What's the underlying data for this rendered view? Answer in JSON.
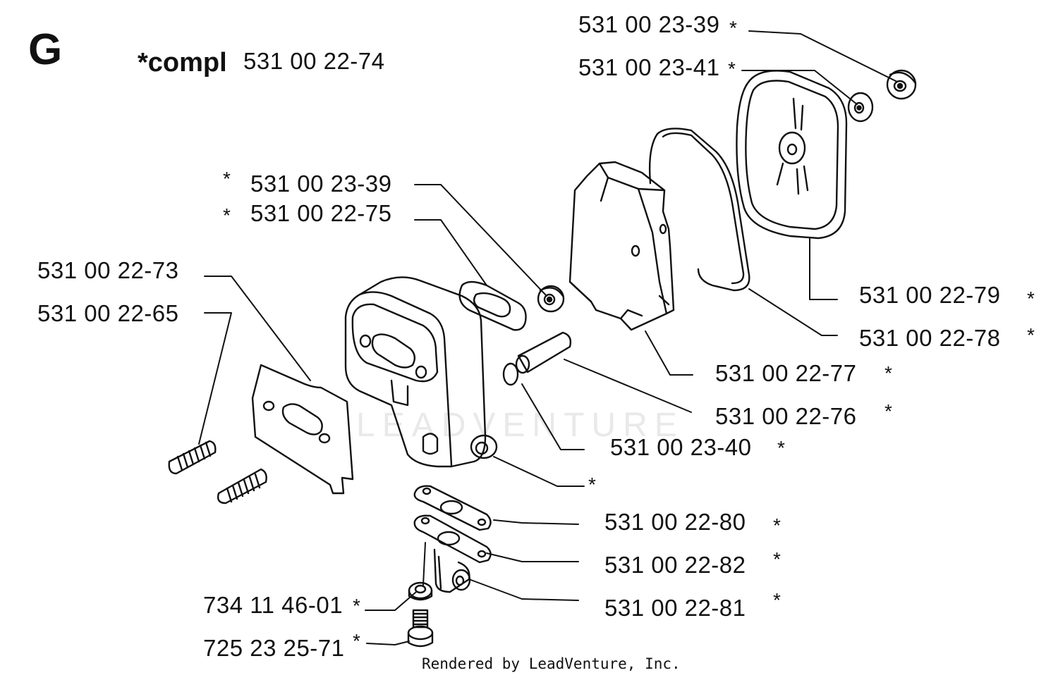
{
  "section_letter": "G",
  "kit_prefix": "*compl",
  "kit_number": "531 00 22-74",
  "watermark": "LEADVENTURE",
  "footer": "Rendered by LeadVenture, Inc.",
  "parts": [
    {
      "id": "p1",
      "number": "531 00 23-39",
      "star": "*"
    },
    {
      "id": "p2",
      "number": "531 00 23-41",
      "star": "*"
    },
    {
      "id": "p3",
      "number": "531 00 23-39",
      "star": "*"
    },
    {
      "id": "p4",
      "number": "531 00 22-75",
      "star": "*"
    },
    {
      "id": "p5",
      "number": "531 00 22-73",
      "star": ""
    },
    {
      "id": "p6",
      "number": "531 00 22-65",
      "star": ""
    },
    {
      "id": "p7",
      "number": "531 00 22-79",
      "star": "*"
    },
    {
      "id": "p8",
      "number": "531 00 22-78",
      "star": "*"
    },
    {
      "id": "p9",
      "number": "531 00 22-77",
      "star": "*"
    },
    {
      "id": "p10",
      "number": "531 00 22-76",
      "star": "*"
    },
    {
      "id": "p11",
      "number": "531 00 23-40",
      "star": "*"
    },
    {
      "id": "p12",
      "number": "",
      "star": "*"
    },
    {
      "id": "p13",
      "number": "531 00 22-80",
      "star": "*"
    },
    {
      "id": "p14",
      "number": "531 00 22-82",
      "star": "*"
    },
    {
      "id": "p15",
      "number": "531 00 22-81",
      "star": "*"
    },
    {
      "id": "p16",
      "number": "734 11 46-01",
      "star": "*"
    },
    {
      "id": "p17",
      "number": "725 23 25-71",
      "star": "*"
    }
  ]
}
